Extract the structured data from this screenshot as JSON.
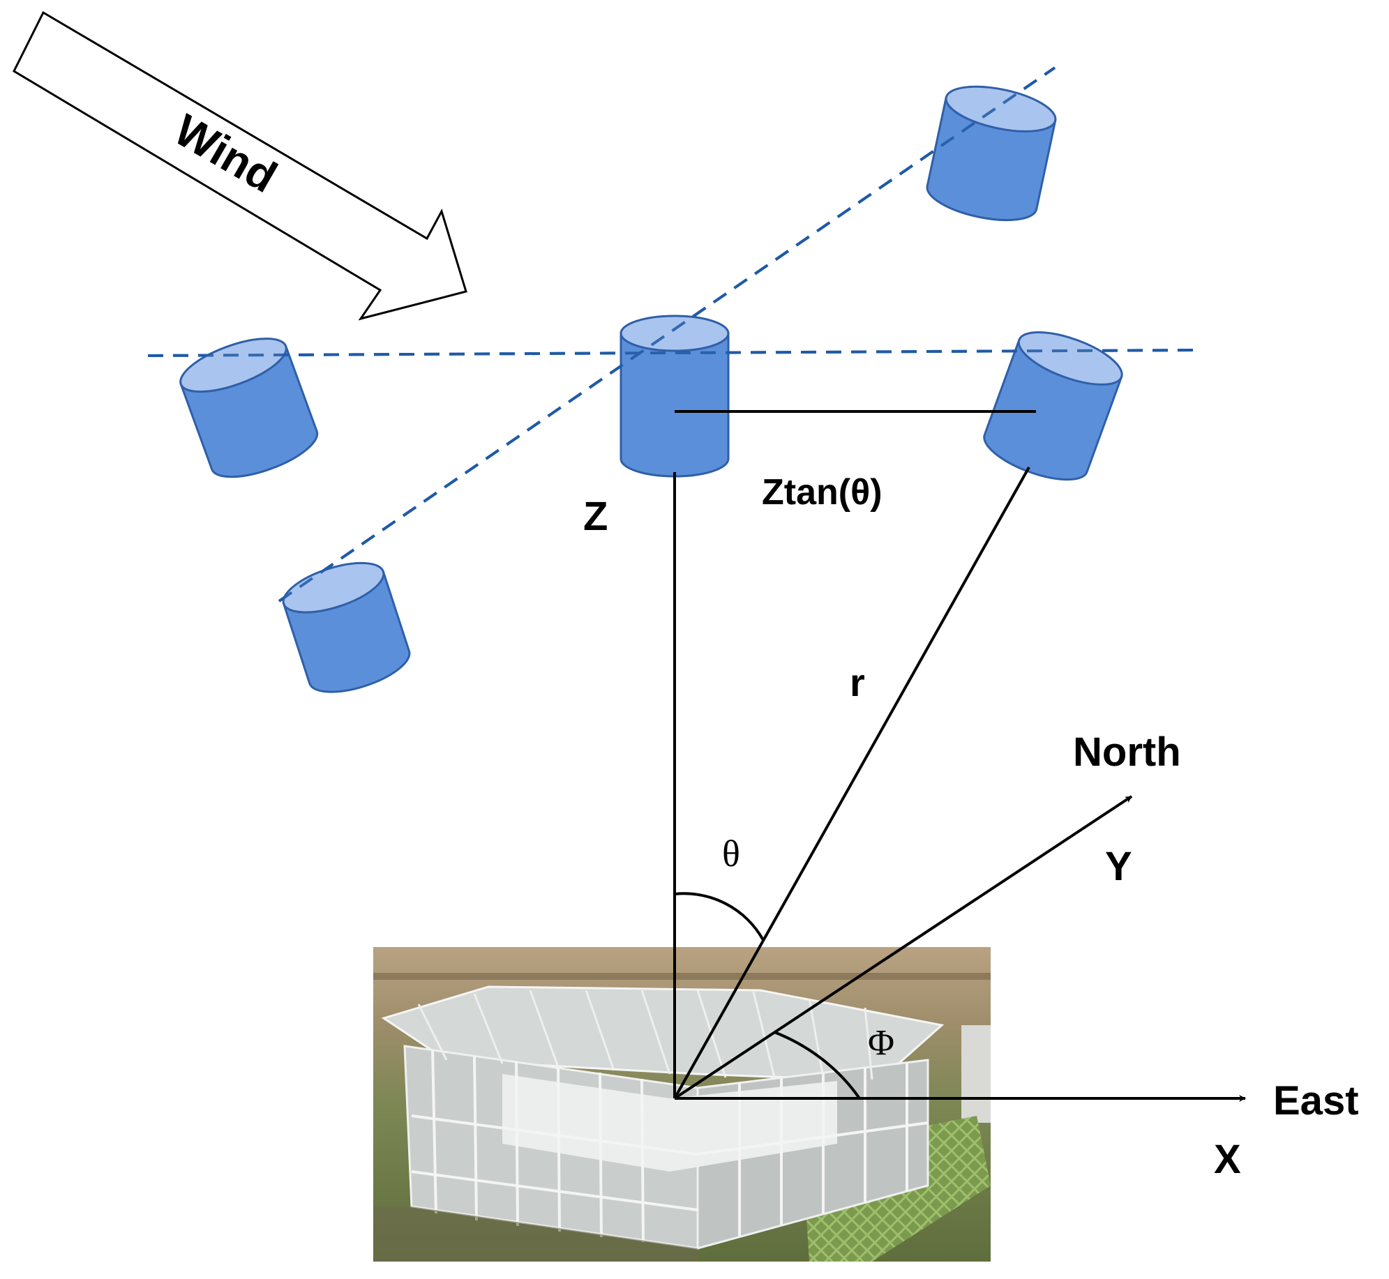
{
  "colors": {
    "background": "#ffffff",
    "drone_fill": "#5b8fd9",
    "drone_top": "#a9c4ee",
    "drone_stroke": "#2f5fa8",
    "dashed_line": "#1f5aa6",
    "line": "#000000",
    "arrow_fill": "#ffffff",
    "photo_ground": "#7b8a52",
    "photo_sky": "#b79c7c"
  },
  "labels": {
    "wind": "Wind",
    "z": "Z",
    "ztan": "Ztan(θ)",
    "r": "r",
    "theta": "θ",
    "phi": "Φ",
    "north": "North",
    "y": "Y",
    "east": "East",
    "x": "X"
  },
  "icons": {
    "drone": "cylinder-sensor-icon",
    "photo": "greenhouse-photo"
  }
}
